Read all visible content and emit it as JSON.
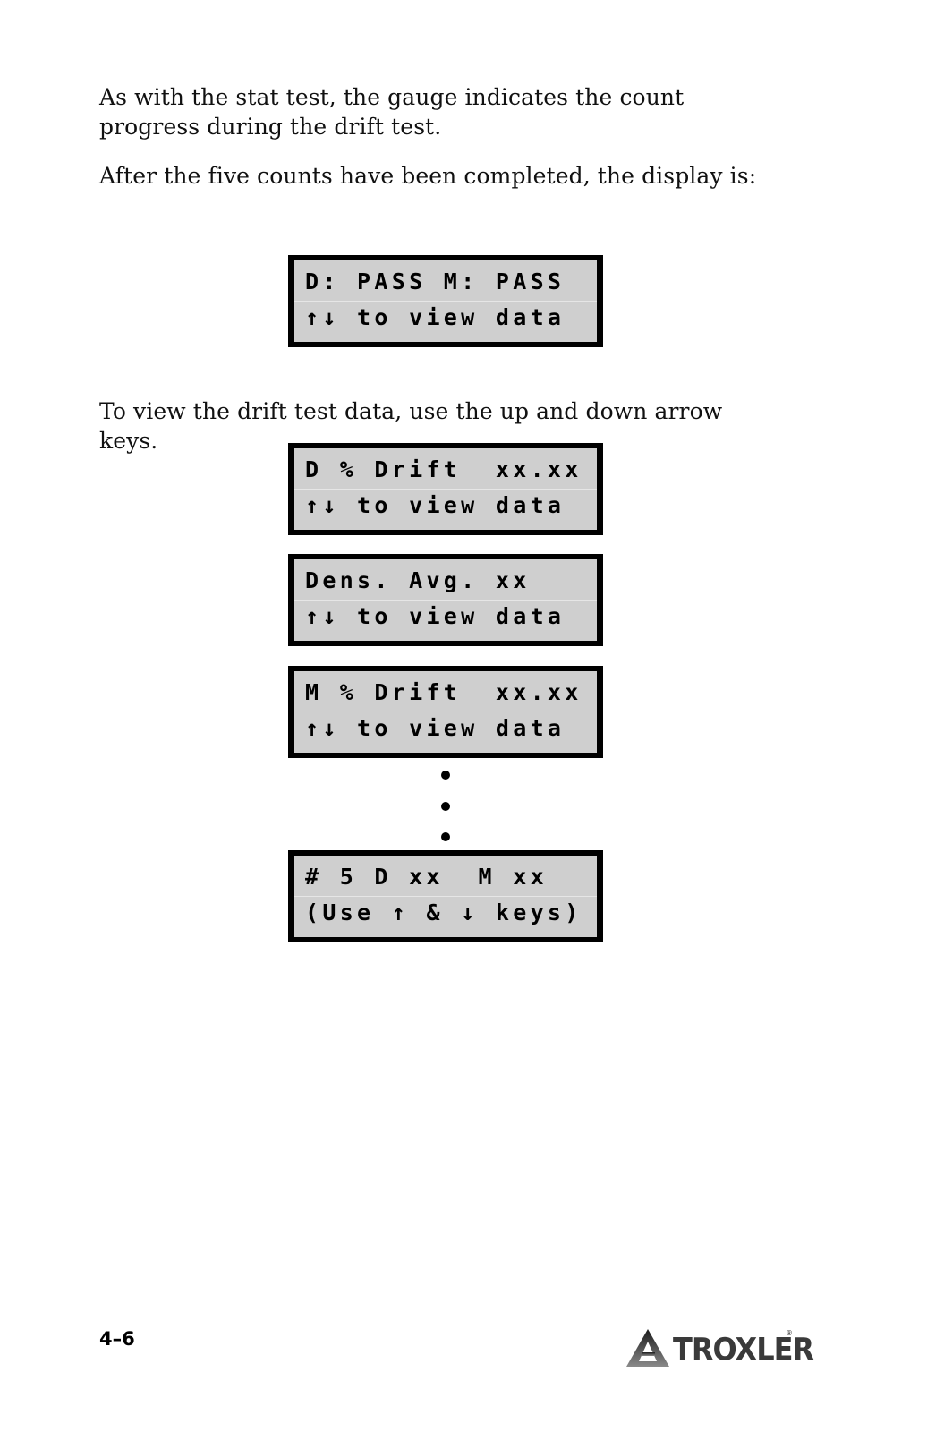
{
  "paragraphs": {
    "p1": "As with the stat test, the gauge indicates the count progress during the drift test.",
    "p2": "After the five counts have been completed, the display is:",
    "p3": "To view the drift test data, use the up and down arrow keys."
  },
  "displays": [
    {
      "line1": "D: PASS M: PASS",
      "line2": "↑↓ to view data"
    },
    {
      "line1": "D % Drift  xx.xx",
      "line2": "↑↓ to view data"
    },
    {
      "line1": "Dens. Avg. xx",
      "line2": "↑↓ to view data"
    },
    {
      "line1": "M % Drift  xx.xx",
      "line2": "↑↓ to view data"
    },
    {
      "line1": "# 5 D xx  M xx",
      "line2": "(Use ↑ & ↓ keys)"
    }
  ],
  "continuation_icon": "vertical-ellipsis-icon",
  "footer": {
    "page_number": "4–6",
    "logo_text": "TROXLER",
    "logo_mark": "®",
    "logo_icon": "troxler-triangle-logo-icon"
  }
}
